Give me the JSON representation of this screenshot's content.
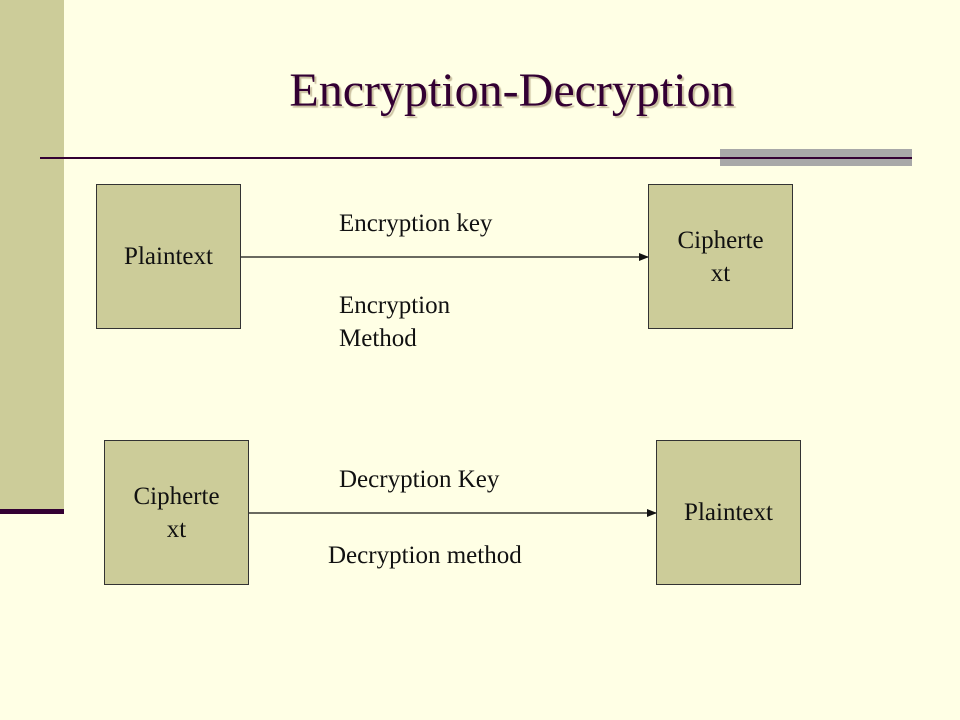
{
  "slide": {
    "title": "Encryption-Decryption"
  },
  "encryption": {
    "source_box": [
      "Plaintext"
    ],
    "key_label": "Encryption key",
    "method_label": [
      "Encryption",
      "Method"
    ],
    "target_box": [
      "Cipherte",
      "xt"
    ]
  },
  "decryption": {
    "source_box": [
      "Cipherte",
      "xt"
    ],
    "key_label": "Decryption Key",
    "method_label": "Decryption method",
    "target_box": [
      "Plaintext"
    ]
  },
  "colors": {
    "background": "#ffffe5",
    "box_fill": "#cccc99",
    "accent": "#330033",
    "rule_block": "#a8a8a8"
  }
}
